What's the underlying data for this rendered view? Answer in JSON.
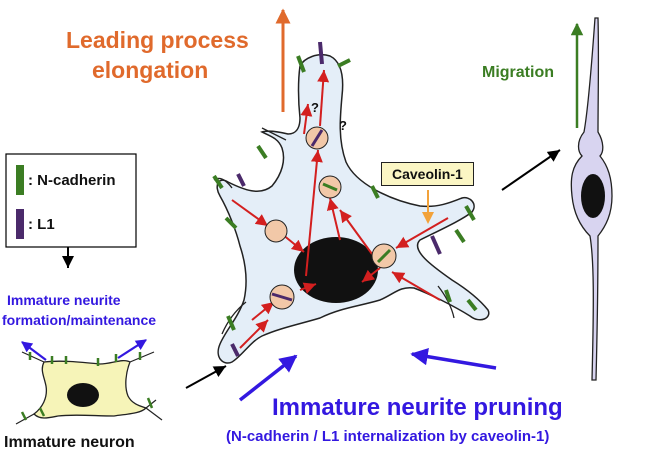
{
  "colors": {
    "orange": "#e06a2c",
    "green": "#3b7d23",
    "purple": "#4b2a6b",
    "blue": "#3318e0",
    "red": "#d31f1f",
    "cell_fill": "#e4eef8",
    "immature_fill": "#f6f4b8",
    "migrating_fill": "#d8d4f0",
    "vesicle_fill": "#f2c8a8",
    "caveolin_fill": "#fbf6c4",
    "caveolin_arrow": "#f2a23a"
  },
  "labels": {
    "leading_line1": "Leading process",
    "leading_line2": "elongation",
    "migration": "Migration",
    "caveolin": "Caveolin-1",
    "question1": "?",
    "question2": "?",
    "immature_line1": "Immature neurite",
    "immature_line2": "formation/maintenance",
    "pruning_title": "Immature neurite pruning",
    "pruning_sub": "(N-cadherin / L1 internalization by caveolin-1)",
    "immature_neuron": "Immature neuron"
  },
  "legend": {
    "items": [
      {
        "label": ": N-cadherin",
        "color": "#3b7d23"
      },
      {
        "label": ": L1",
        "color": "#4b2a6b"
      }
    ]
  }
}
